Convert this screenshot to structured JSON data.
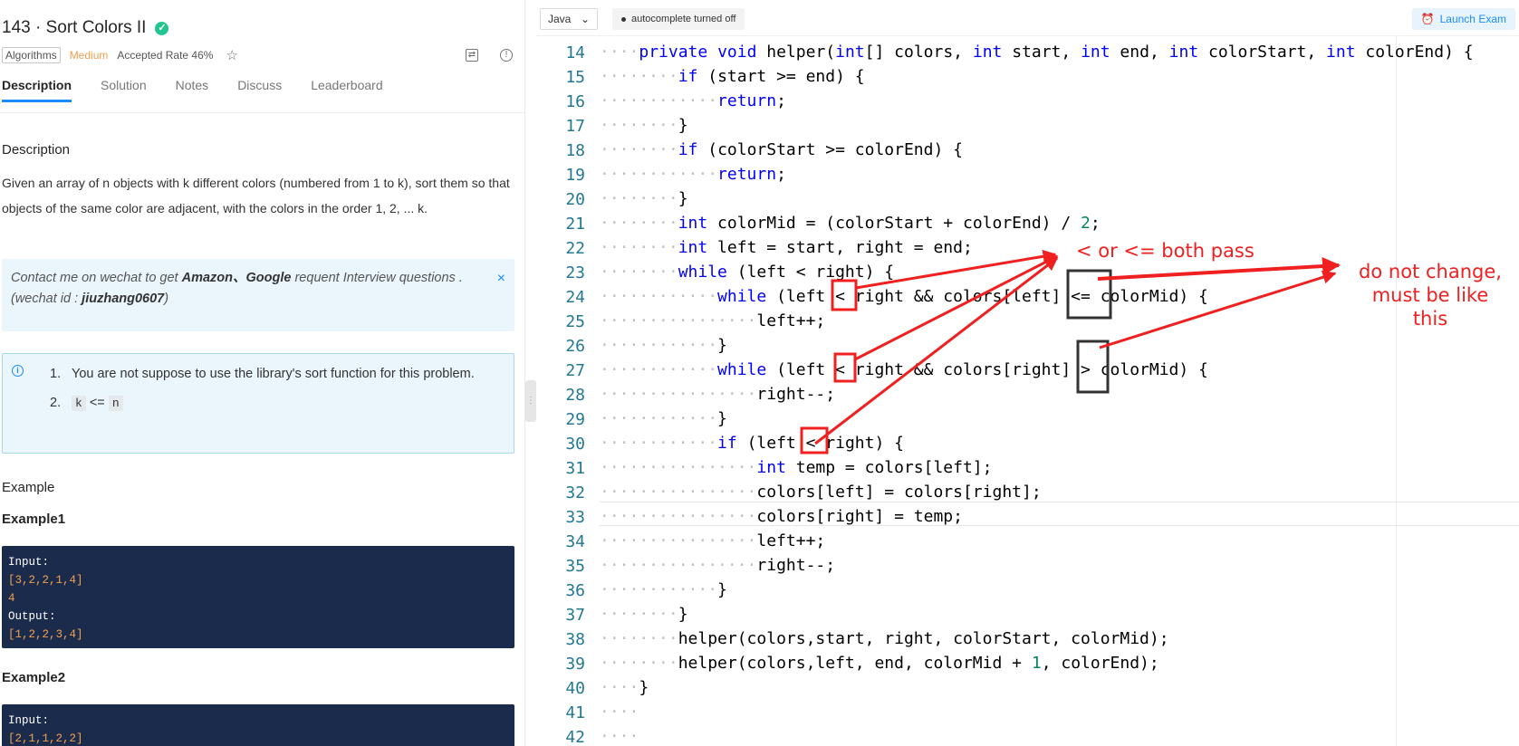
{
  "problem": {
    "title": "143 · Sort Colors II",
    "tag": "Algorithms",
    "difficulty": "Medium",
    "accepted_rate": "Accepted Rate 46%"
  },
  "tabs": [
    "Description",
    "Solution",
    "Notes",
    "Discuss",
    "Leaderboard"
  ],
  "description": {
    "heading": "Description",
    "text": "Given an array of n objects with k different colors (numbered from 1 to k), sort them so that objects of the same color are adjacent, with the colors in the order 1, 2, ... k."
  },
  "notice": {
    "prefix": "Contact me on wechat to get ",
    "brands": "Amazon、Google",
    "middle": " requent Interview questions . (wechat id : ",
    "wechat_id": "jiuzhang0607",
    "suffix": ")",
    "close": "×"
  },
  "notes_list": [
    {
      "num": "1.",
      "text": "You are not suppose to use the library's sort function for this problem."
    },
    {
      "num": "2.",
      "code_a": "k",
      "op": "<=",
      "code_b": "n"
    }
  ],
  "example": {
    "heading": "Example",
    "ex1": {
      "title": "Example1",
      "input_label": "Input:",
      "input_array": "[3,2,2,1,4]",
      "input_k": "4",
      "output_label": "Output:",
      "output_array": "[1,2,2,3,4]"
    },
    "ex2": {
      "title": "Example2",
      "input_label": "Input:",
      "input_array": "[2,1,1,2,2]"
    }
  },
  "editor": {
    "language": "Java",
    "autocomplete": "autocomplete turned off",
    "launch": "Launch Exam",
    "line_numbers": [
      "14",
      "15",
      "16",
      "17",
      "18",
      "19",
      "20",
      "21",
      "22",
      "23",
      "24",
      "25",
      "26",
      "27",
      "28",
      "29",
      "30",
      "31",
      "32",
      "33",
      "34",
      "35",
      "36",
      "37",
      "38",
      "39",
      "40",
      "41",
      "42"
    ]
  },
  "annotations": {
    "both_pass": "< or <= both pass",
    "do_not_change": "do not change,\nmust be like this"
  },
  "colors": {
    "keyword": "#0000ff",
    "number": "#098658",
    "line_number": "#237893",
    "annotation": "#f02020",
    "accent": "#1a8cff",
    "example_bg": "#1b2b4b"
  }
}
